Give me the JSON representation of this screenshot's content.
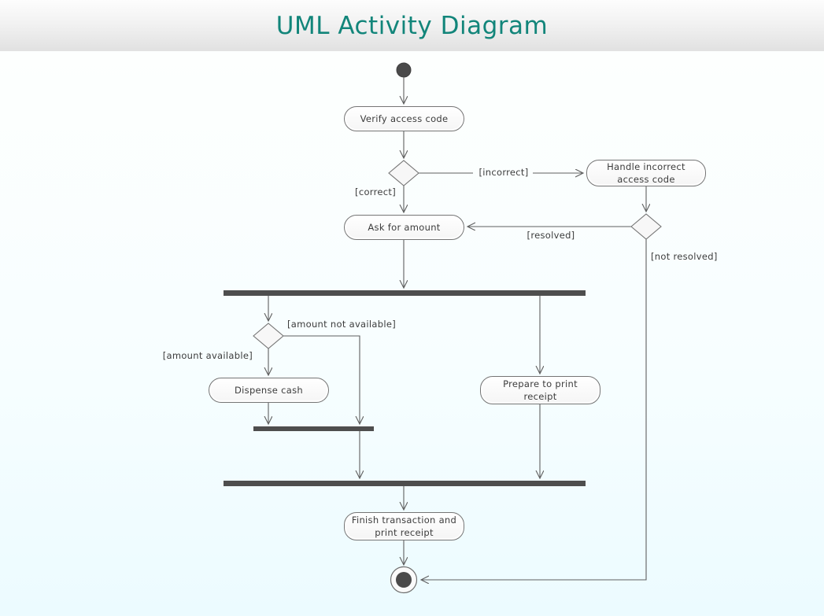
{
  "header": {
    "title": "UML Activity Diagram"
  },
  "diagram": {
    "nodes": {
      "initial": {
        "type": "initial-node"
      },
      "verify": {
        "label": "Verify access code"
      },
      "decision1": {
        "type": "decision"
      },
      "handle": {
        "label": "Handle incorrect access code"
      },
      "decision2": {
        "type": "decision"
      },
      "ask": {
        "label": "Ask for amount"
      },
      "fork": {
        "type": "fork-bar"
      },
      "decision3": {
        "type": "decision"
      },
      "dispense": {
        "label": "Dispense cash"
      },
      "join1": {
        "type": "join-bar"
      },
      "prepare": {
        "label": "Prepare to print receipt"
      },
      "join2": {
        "type": "join-bar"
      },
      "finish": {
        "label": "Finish transaction and print receipt"
      },
      "final": {
        "type": "final-node"
      }
    },
    "guards": {
      "incorrect": "[incorrect]",
      "correct": "[correct]",
      "resolved": "[resolved]",
      "not_resolved": "[not resolved]",
      "amount_not_available": "[amount not available]",
      "amount_available": "[amount available]"
    },
    "edges": [
      {
        "from": "initial",
        "to": "verify"
      },
      {
        "from": "verify",
        "to": "decision1"
      },
      {
        "from": "decision1",
        "to": "handle",
        "guard": "incorrect"
      },
      {
        "from": "decision1",
        "to": "ask",
        "guard": "correct"
      },
      {
        "from": "handle",
        "to": "decision2"
      },
      {
        "from": "decision2",
        "to": "ask",
        "guard": "resolved"
      },
      {
        "from": "decision2",
        "to": "final",
        "guard": "not_resolved"
      },
      {
        "from": "ask",
        "to": "fork"
      },
      {
        "from": "fork",
        "to": "decision3"
      },
      {
        "from": "decision3",
        "to": "dispense",
        "guard": "amount_available"
      },
      {
        "from": "decision3",
        "to": "join1",
        "guard": "amount_not_available"
      },
      {
        "from": "dispense",
        "to": "join1"
      },
      {
        "from": "join1",
        "to": "join2"
      },
      {
        "from": "fork",
        "to": "prepare"
      },
      {
        "from": "prepare",
        "to": "join2"
      },
      {
        "from": "join2",
        "to": "finish"
      },
      {
        "from": "finish",
        "to": "final"
      }
    ],
    "colors": {
      "title": "#12857a",
      "node_border": "#757575",
      "node_fill": "#f5f5f5",
      "bar_fill": "#4e4e4e",
      "connector": "#5f5f5f",
      "text": "#3c3c3c",
      "canvas_top": "#fdfffe",
      "canvas_bottom": "#ecfbff"
    }
  }
}
